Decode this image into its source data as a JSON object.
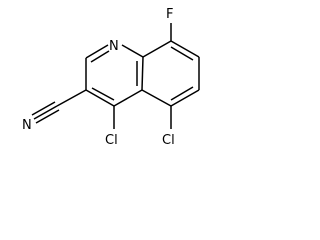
{
  "molecule": {
    "atoms": {
      "F": "F",
      "N": "N",
      "N_cyano": "N",
      "Cl_4": "Cl",
      "Cl_5": "Cl"
    }
  }
}
